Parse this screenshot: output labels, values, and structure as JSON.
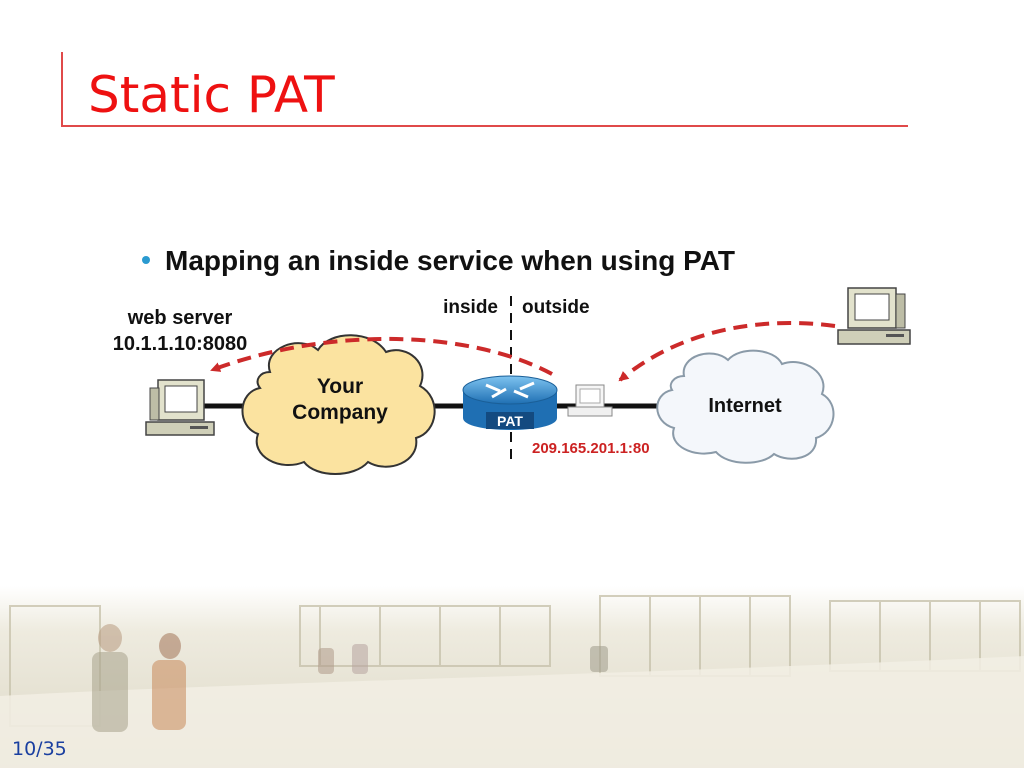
{
  "slide": {
    "title": "Static PAT",
    "page_number": "10/35"
  },
  "diagram": {
    "bullet": "Mapping an inside service when using PAT",
    "inside_label": "inside",
    "outside_label": "outside",
    "web_server_label": "web server",
    "web_server_address": "10.1.1.10:8080",
    "company_cloud_line1": "Your",
    "company_cloud_line2": "Company",
    "internet_cloud": "Internet",
    "router_label": "PAT",
    "outside_address": "209.165.201.1:80",
    "colors": {
      "title": "#ee1111",
      "arrow": "#cc2a2a",
      "address": "#cc2222",
      "bullet": "#2a9ad0",
      "company_cloud": "#fbe3a0",
      "internet_cloud": "#f4f7fb"
    }
  }
}
